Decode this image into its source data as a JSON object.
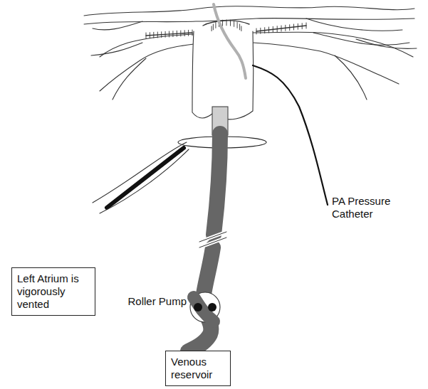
{
  "diagram": {
    "nodes": [
      {
        "text": [
          "Left Atrium is vigorously vented"
        ]
      },
      {
        "text": [
          "Venous reservoir"
        ]
      }
    ],
    "labels": [
      "PA Pressure Catheter",
      "Roller Pump"
    ]
  }
}
